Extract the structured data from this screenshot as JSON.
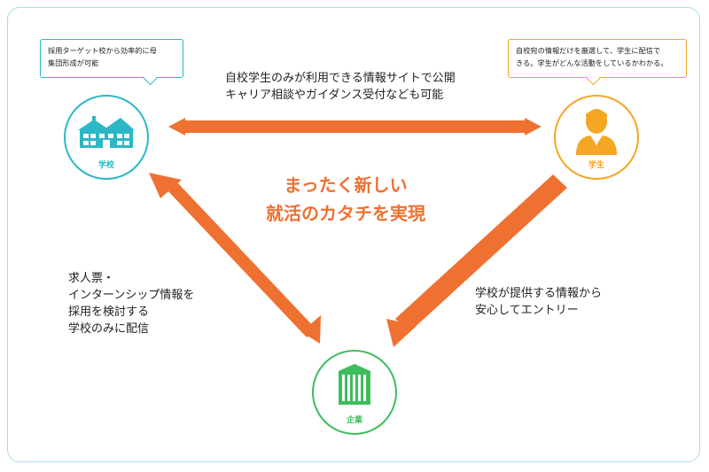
{
  "headline": {
    "line1": "まったく新しい",
    "line2": "就活のカタチを実現"
  },
  "top_text": {
    "line1": "自校学生のみが利用できる情報サイトで公開",
    "line2": "キャリア相談やガイダンス受付なども可能"
  },
  "left_text": {
    "line1": "求人票・",
    "line2": "インターンシップ情報を",
    "line3": "採用を検討する",
    "line4": "学校のみに配信"
  },
  "right_text": {
    "line1": "学校が提供する情報から",
    "line2": "安心してエントリー"
  },
  "school": {
    "label": "学校",
    "callout_line1": "採用ターゲット校から効率的に母",
    "callout_line2": "集団形成が可能",
    "color": "#2bb7c6",
    "icon": "school-building-icon"
  },
  "student": {
    "label": "学生",
    "callout_line1": "自校宛の情報だけを厳選して、学生に配信で",
    "callout_line2": "きる。学生がどんな活動をしているかわかる。",
    "color": "#f5a623",
    "icon": "student-person-icon"
  },
  "company": {
    "label": "企業",
    "color": "#3dbd5d",
    "icon": "office-building-icon"
  },
  "arrow_color": "#ef7131",
  "frame_color": "#a9dbe4"
}
